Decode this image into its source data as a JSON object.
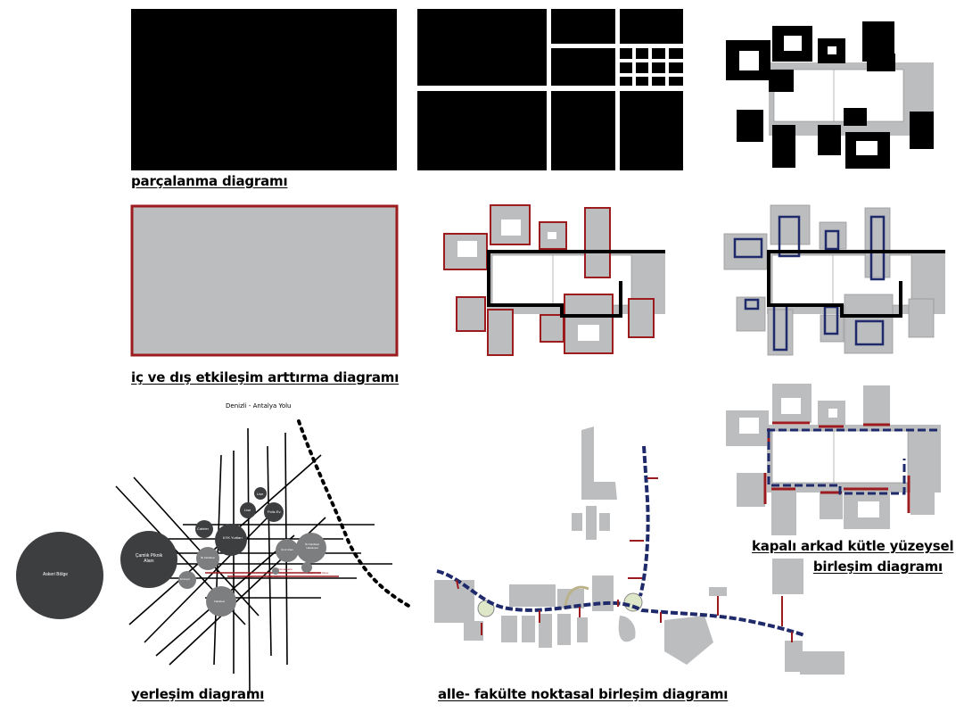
{
  "captions": {
    "fragmentation": "parçalanma diagramı",
    "interaction": "iç ve dış etkileşim arttırma diagramı",
    "arcade_line1": "kapalı arkad kütle yüzeysel",
    "arcade_line2": "birleşim diagramı",
    "settlement": "yerleşim diagramı",
    "alley": "alle- fakülte noktasal birleşim diagramı"
  },
  "settlement_labels": {
    "road": "Denizli - Antalya Yolu",
    "military": "Askeri Bölge",
    "camlik": "Çamlık Piknik Alanı",
    "kyk": "KYK Yurtları",
    "cafeler": "Cafeler",
    "lise": "Lise",
    "lise2": "Lise",
    "polis": "Polis Ev.",
    "ilk_fakultesi": "İlk Fakültesi",
    "izmir": "İzmir Alanı",
    "fakulte": "Fakültesi",
    "hastane": "İlk Fakültesi Hastanesi",
    "emniyet": "Emniyet",
    "yemekhane": "Yemekhane",
    "teknik": "Teknik Yolu Alanı",
    "saglik": "Sağlık Yolu Diresi",
    "spor": "Spor Alanı"
  },
  "colors": {
    "black": "#000000",
    "gray": "#bcbdbf",
    "red": "#9b1b1e",
    "navy": "#1f2a6b",
    "dark_circle": "#3c3e40"
  }
}
